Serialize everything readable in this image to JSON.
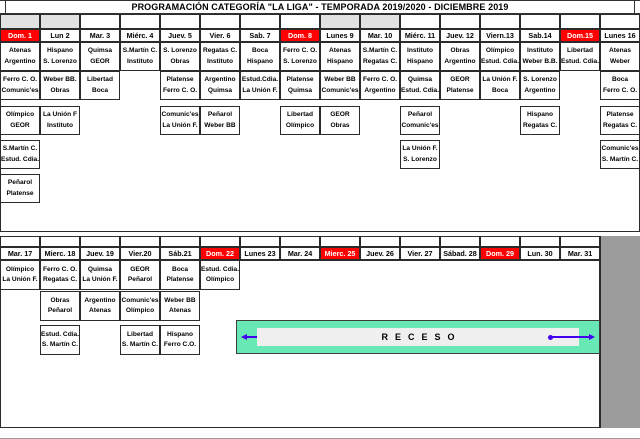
{
  "header": {
    "title": "PROGRAMACIÓN CATEGORÍA \"LA LIGA\" - TEMPORADA 2019/2020 - DICIEMBRE 2019"
  },
  "colors": {
    "sunday_highlight": "#fe0000",
    "receso_band": "#67e8b4",
    "receso_inner": "#efefef",
    "arrow": "#4400ee",
    "dead_zone": "#9c9c9c",
    "spacer_gray": "#e2e2e2",
    "grid_line": "#2b2b2b"
  },
  "section1": {
    "dates": [
      {
        "label": "Dom. 1",
        "sunday": true
      },
      {
        "label": "Lun 2",
        "sunday": false
      },
      {
        "label": "Mar. 3",
        "sunday": false
      },
      {
        "label": "Miérc. 4",
        "sunday": false
      },
      {
        "label": "Juev. 5",
        "sunday": false
      },
      {
        "label": "Vier. 6",
        "sunday": false
      },
      {
        "label": "Sab. 7",
        "sunday": false
      },
      {
        "label": "Dom. 8",
        "sunday": true
      },
      {
        "label": "Lunes 9",
        "sunday": false
      },
      {
        "label": "Mar. 10",
        "sunday": false
      },
      {
        "label": "Miérc. 11",
        "sunday": false
      },
      {
        "label": "Juev. 12",
        "sunday": false
      },
      {
        "label": "Viern.13",
        "sunday": false
      },
      {
        "label": "Sab.14",
        "sunday": false
      },
      {
        "label": "Dom.15",
        "sunday": true
      },
      {
        "label": "Lunes 16",
        "sunday": false
      }
    ],
    "spacer_gray_columns": [
      0,
      1,
      8,
      9
    ],
    "rows": [
      {
        "matches": [
          {
            "col": 0,
            "home": "Atenas",
            "away": "Argentino"
          },
          {
            "col": 1,
            "home": "Hispano",
            "away": "S. Lorenzo"
          },
          {
            "col": 2,
            "home": "Quimsa",
            "away": "GEOR"
          },
          {
            "col": 3,
            "home": "S.Martín C.",
            "away": "Instituto"
          },
          {
            "col": 4,
            "home": "S. Lorenzo",
            "away": "Obras"
          },
          {
            "col": 5,
            "home": "Regatas C.",
            "away": "Instituto"
          },
          {
            "col": 6,
            "home": "Boca",
            "away": "Hispano"
          },
          {
            "col": 7,
            "home": "Ferro C. O.",
            "away": "S. Lorenzo"
          },
          {
            "col": 8,
            "home": "Atenas",
            "away": "Hispano"
          },
          {
            "col": 9,
            "home": "S.Martín C.",
            "away": "Regatas C."
          },
          {
            "col": 10,
            "home": "Instituto",
            "away": "Hispano"
          },
          {
            "col": 11,
            "home": "Obras",
            "away": "Argentino"
          },
          {
            "col": 12,
            "home": "Olímpico",
            "away": "Estud. Cdia."
          },
          {
            "col": 13,
            "home": "Instituto",
            "away": "Weber B.B."
          },
          {
            "col": 14,
            "home": "Libertad",
            "away": "Estud. Cdia."
          },
          {
            "col": 15,
            "home": "Atenas",
            "away": "Weber"
          }
        ]
      },
      {
        "matches": [
          {
            "col": 0,
            "home": "Ferro C. O.",
            "away": "Comunic'es"
          },
          {
            "col": 1,
            "home": "Weber BB.",
            "away": "Obras"
          },
          {
            "col": 2,
            "home": "Libertad",
            "away": "Boca"
          },
          {
            "col": 4,
            "home": "Platense",
            "away": "Ferro C. O."
          },
          {
            "col": 5,
            "home": "Argentino",
            "away": "Quimsa"
          },
          {
            "col": 6,
            "home": "Estud.Cdia.",
            "away": "La Unión F."
          },
          {
            "col": 7,
            "home": "Platense",
            "away": "Quimsa"
          },
          {
            "col": 8,
            "home": "Weber BB",
            "away": "Comunic'es"
          },
          {
            "col": 9,
            "home": "Ferro C. O.",
            "away": "Argentino"
          },
          {
            "col": 10,
            "home": "Quimsa",
            "away": "Estud. Cdia."
          },
          {
            "col": 11,
            "home": "GEOR",
            "away": "Platense"
          },
          {
            "col": 12,
            "home": "La Unión F.",
            "away": "Boca"
          },
          {
            "col": 13,
            "home": "S. Lorenzo",
            "away": "Argentino"
          },
          {
            "col": 15,
            "home": "Boca",
            "away": "Ferro C. O."
          }
        ]
      },
      {
        "matches": [
          {
            "col": 0,
            "home": "Olímpico",
            "away": "GEOR"
          },
          {
            "col": 1,
            "home": "La Unión F",
            "away": "Instituto"
          },
          {
            "col": 4,
            "home": "Comunic'es",
            "away": "La Unión F."
          },
          {
            "col": 5,
            "home": "Peñarol",
            "away": "Weber BB"
          },
          {
            "col": 7,
            "home": "Libertad",
            "away": "Olímpico"
          },
          {
            "col": 8,
            "home": "GEOR",
            "away": "Obras"
          },
          {
            "col": 10,
            "home": "Peñarol",
            "away": "Comunic'es"
          },
          {
            "col": 13,
            "home": "Hispano",
            "away": "Regatas C."
          },
          {
            "col": 15,
            "home": "Platense",
            "away": "Regatas C."
          }
        ]
      },
      {
        "matches": [
          {
            "col": 0,
            "home": "S.Martín C.",
            "away": "Estud. Cdia."
          },
          {
            "col": 10,
            "home": "La Unión F.",
            "away": "S. Lorenzo"
          },
          {
            "col": 15,
            "home": "Comunic'es",
            "away": "S. Martín C."
          }
        ]
      },
      {
        "matches": [
          {
            "col": 0,
            "home": "Peñarol",
            "away": "Platense"
          }
        ]
      }
    ]
  },
  "section2": {
    "dates": [
      {
        "label": "Mar. 17",
        "sunday": false
      },
      {
        "label": "Mierc. 18",
        "sunday": false
      },
      {
        "label": "Juev. 19",
        "sunday": false
      },
      {
        "label": "Vier.20",
        "sunday": false
      },
      {
        "label": "Sáb.21",
        "sunday": false
      },
      {
        "label": "Dom. 22",
        "sunday": true
      },
      {
        "label": "Lunes 23",
        "sunday": false
      },
      {
        "label": "Mar. 24",
        "sunday": false
      },
      {
        "label": "Mierc. 25",
        "sunday": true
      },
      {
        "label": "Juev. 26",
        "sunday": false
      },
      {
        "label": "Vier. 27",
        "sunday": false
      },
      {
        "label": "Sábad. 28",
        "sunday": false
      },
      {
        "label": "Dom. 29",
        "sunday": true
      },
      {
        "label": "Lun. 30",
        "sunday": false
      },
      {
        "label": "Mar. 31",
        "sunday": false
      }
    ],
    "rows": [
      {
        "matches": [
          {
            "col": 0,
            "home": "Olímpico",
            "away": "La Unión F."
          },
          {
            "col": 1,
            "home": "Ferro C. O.",
            "away": "Regatas C."
          },
          {
            "col": 2,
            "home": "Quimsa",
            "away": "La Unión F."
          },
          {
            "col": 3,
            "home": "GEOR",
            "away": "Peñarol"
          },
          {
            "col": 4,
            "home": "Boca",
            "away": "Platense"
          },
          {
            "col": 5,
            "home": "Estud. Cdia.",
            "away": "Olímpico"
          }
        ]
      },
      {
        "matches": [
          {
            "col": 1,
            "home": "Obras",
            "away": "Peñarol"
          },
          {
            "col": 2,
            "home": "Argentino",
            "away": "Atenas"
          },
          {
            "col": 3,
            "home": "Comunic'es",
            "away": "Olímpico"
          },
          {
            "col": 4,
            "home": "Weber BB",
            "away": "Atenas"
          }
        ]
      },
      {
        "matches": [
          {
            "col": 1,
            "home": "Estud. Cdia.",
            "away": "S. Martín C."
          },
          {
            "col": 3,
            "home": "Libertad",
            "away": "S. Martín C."
          },
          {
            "col": 4,
            "home": "Hispano",
            "away": "Ferro C.O."
          }
        ]
      }
    ],
    "receso": {
      "label": "RECESO"
    }
  }
}
